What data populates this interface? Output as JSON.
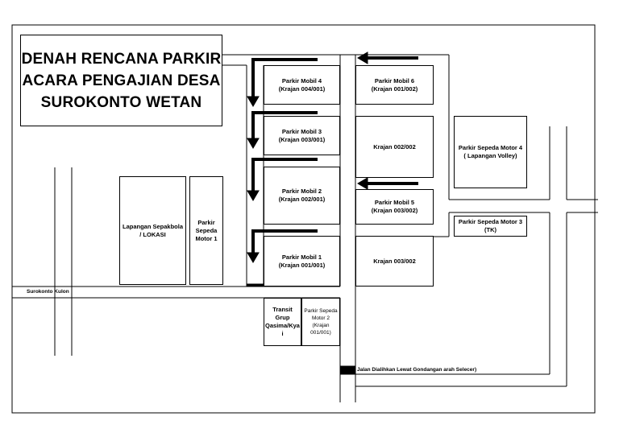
{
  "title": "DENAH RENCANA PARKIR\nACARA PENGAJIAN DESA\nSUROKONTO WETAN",
  "areas": {
    "parkir_mobil_4": "Parkir Mobil 4\n(Krajan 004/001)",
    "parkir_mobil_6": "Parkir Mobil 6\n(Krajan 001/002)",
    "parkir_mobil_3": "Parkir Mobil 3\n(Krajan 003/001)",
    "krajan_002_002": "Krajan 002/002",
    "parkir_sepeda_motor_4": "Parkir Sepeda Motor 4\n( Lapangan Volley)",
    "parkir_mobil_2": "Parkir Mobil 2\n(Krajan 002/001)",
    "parkir_mobil_5": "Parkir Mobil 5\n(Krajan 003/002)",
    "lapangan_sepakbola": "Lapangan Sepakbola\n/ LOKASI",
    "parkir_sepeda_motor_1": "Parkir\nSepeda\nMotor 1",
    "parkir_sepeda_motor_3": "Parkir Sepeda Motor 3\n(TK)",
    "parkir_mobil_1": "Parkir Mobil 1\n(Krajan 001/001)",
    "krajan_003_002": "Krajan 003/002",
    "transit_grup": "Transit\nGrup\nQasima/Kya\ni",
    "parkir_sepeda_motor_2": "Parkir Sepeda\nMotor 2\n(Krajan\n001/001)"
  },
  "roads": {
    "surokonto_kulon": "Surokonto Kulon",
    "jalan_dialihkan": "Jalan Dialihkan Lewat Gondangan arah Selecer)"
  },
  "colors": {
    "line": "#000000",
    "background": "#ffffff"
  }
}
